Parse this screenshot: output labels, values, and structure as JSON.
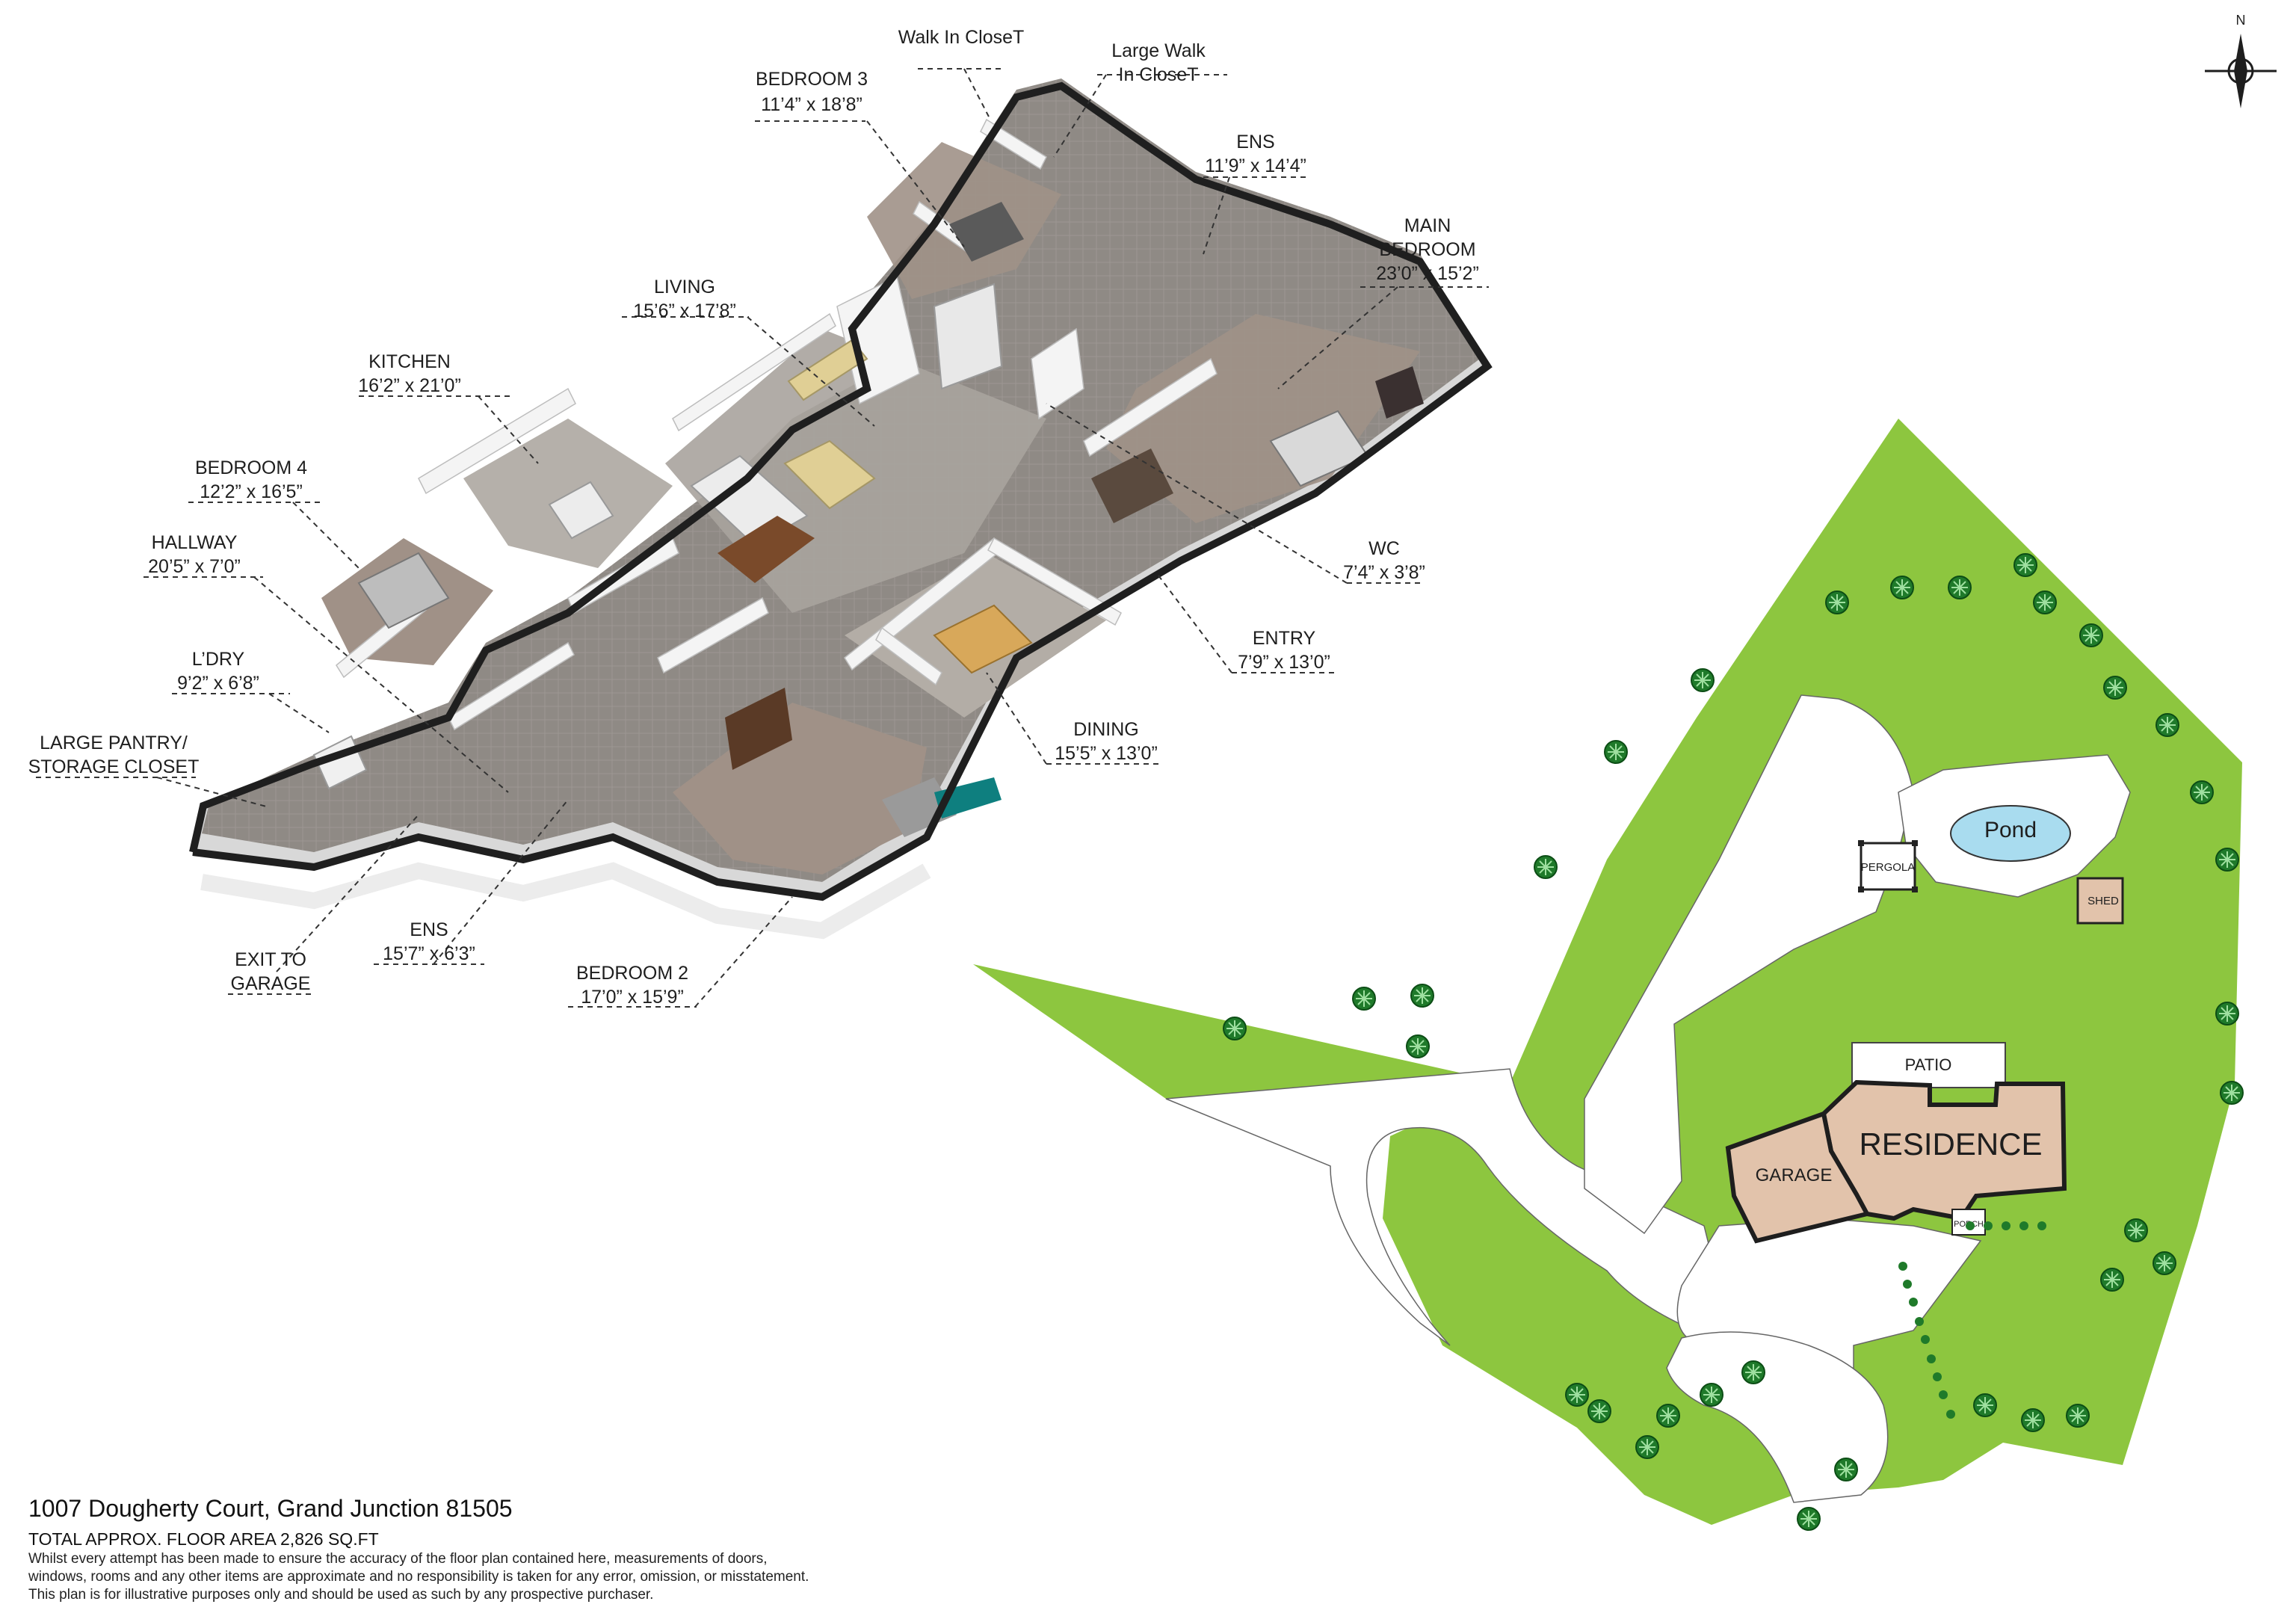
{
  "rooms": [
    {
      "id": "walk-in-closet",
      "name": "Walk In CloseT",
      "name_line2": "",
      "dims": ""
    },
    {
      "id": "bedroom-3",
      "name": "BEDROOM 3",
      "dims": "11’4” x 18’8”"
    },
    {
      "id": "large-walk-in-closet",
      "name": "Large Walk",
      "name_line2": "In CloseT",
      "dims": ""
    },
    {
      "id": "ens-1",
      "name": "ENS",
      "dims": "11’9” x 14’4”"
    },
    {
      "id": "main-bedroom",
      "name": "MAIN",
      "name_line2": "BEDROOM",
      "dims": "23’0” x 15’2”"
    },
    {
      "id": "living",
      "name": "LIVING",
      "dims": "15’6” x 17’8”"
    },
    {
      "id": "kitchen",
      "name": "KITCHEN",
      "dims": "16’2” x 21’0”"
    },
    {
      "id": "bedroom-4",
      "name": "BEDROOM 4",
      "dims": "12’2” x 16’5”"
    },
    {
      "id": "hallway",
      "name": "HALLWAY",
      "dims": "20’5” x 7’0”"
    },
    {
      "id": "laundry",
      "name": "L’DRY",
      "dims": "9’2” x 6’8”"
    },
    {
      "id": "large-pantry",
      "name": "LARGE PANTRY/",
      "name_line2": "STORAGE CLOSET",
      "dims": ""
    },
    {
      "id": "wc",
      "name": "WC",
      "dims": "7’4” x 3’8”"
    },
    {
      "id": "entry",
      "name": "ENTRY",
      "dims": "7’9” x 13’0”"
    },
    {
      "id": "dining",
      "name": "DINING",
      "dims": "15’5” x 13’0”"
    },
    {
      "id": "ens-2",
      "name": "ENS",
      "dims": "15’7” x 6’3”"
    },
    {
      "id": "exit-to-garage",
      "name": "EXIT TO",
      "name_line2": "GARAGE",
      "dims": ""
    },
    {
      "id": "bedroom-2",
      "name": "BEDROOM 2",
      "dims": "17’0” x 15’9”"
    }
  ],
  "site_plan": {
    "pond": "Pond",
    "pergola": "PERGOLA",
    "shed": "SHED",
    "patio": "PATIO",
    "residence": "RESIDENCE",
    "garage": "GARAGE",
    "porch": "PORCH",
    "colors": {
      "lawn": "#8dc63f",
      "building": "#e2c3ab",
      "pond": "#a9dcef",
      "outline": "#222222"
    }
  },
  "compass": {
    "north": "N"
  },
  "footer": {
    "address": "1007 Dougherty Court, Grand Junction 81505",
    "area": "TOTAL APPROX. FLOOR AREA 2,826 SQ.FT",
    "disclaimer_1": "Whilst every attempt has been made to ensure the accuracy of the floor plan contained here, measurements of doors,",
    "disclaimer_2": "windows, rooms and any other items are approximate and no responsibility is taken for any error, omission, or misstatement.",
    "disclaimer_3": "This plan is for illustrative purposes only and should be used as such by any prospective purchaser."
  }
}
